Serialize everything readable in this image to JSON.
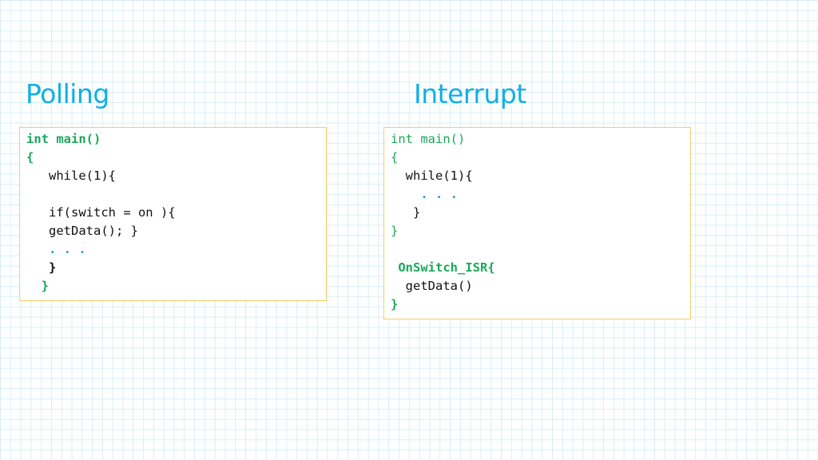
{
  "polling": {
    "title": "Polling",
    "code_lines": [
      "int main()",
      "{",
      "   while(1){",
      "   if(switch = on ){",
      "   getData(); }",
      "   . . .",
      "   }",
      "  }"
    ]
  },
  "interrupt": {
    "title": "Interrupt",
    "code_lines": [
      "int main()",
      "{",
      "  while(1){",
      "    . . .",
      "   }",
      "}",
      " OnSwitch_ISR{",
      "  getData()",
      "}"
    ]
  },
  "colors": {
    "title": "#12aee8",
    "keyword_green": "#1aa85a",
    "ellipsis_blue": "#14a4d8",
    "box_border": "#f0cf6a",
    "grid_line": "#d7f0f4"
  }
}
